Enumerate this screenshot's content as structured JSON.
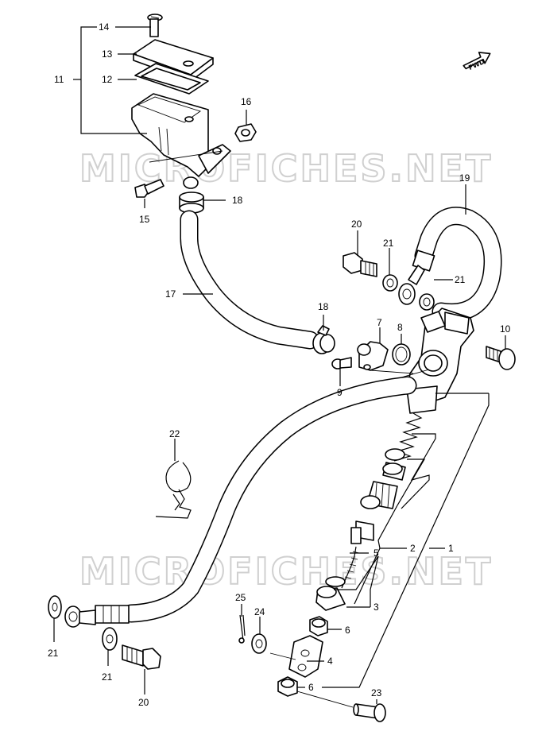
{
  "watermark": "MICROFICHES.NET",
  "fwd_label": "FWD",
  "labels": {
    "l14": "14",
    "l13": "13",
    "l12": "12",
    "l11": "11",
    "l16": "16",
    "l15": "15",
    "l18a": "18",
    "l17": "17",
    "l19": "19",
    "l20a": "20",
    "l21a": "21",
    "l21b": "21",
    "l18b": "18",
    "l7": "7",
    "l8": "8",
    "l10": "10",
    "l9": "9",
    "l22": "22",
    "l5": "5",
    "l2": "2",
    "l1": "1",
    "l3": "3",
    "l6a": "6",
    "l4": "4",
    "l6b": "6",
    "l25": "25",
    "l24": "24",
    "l23": "23",
    "l21c": "21",
    "l21d": "21",
    "l20b": "20"
  }
}
